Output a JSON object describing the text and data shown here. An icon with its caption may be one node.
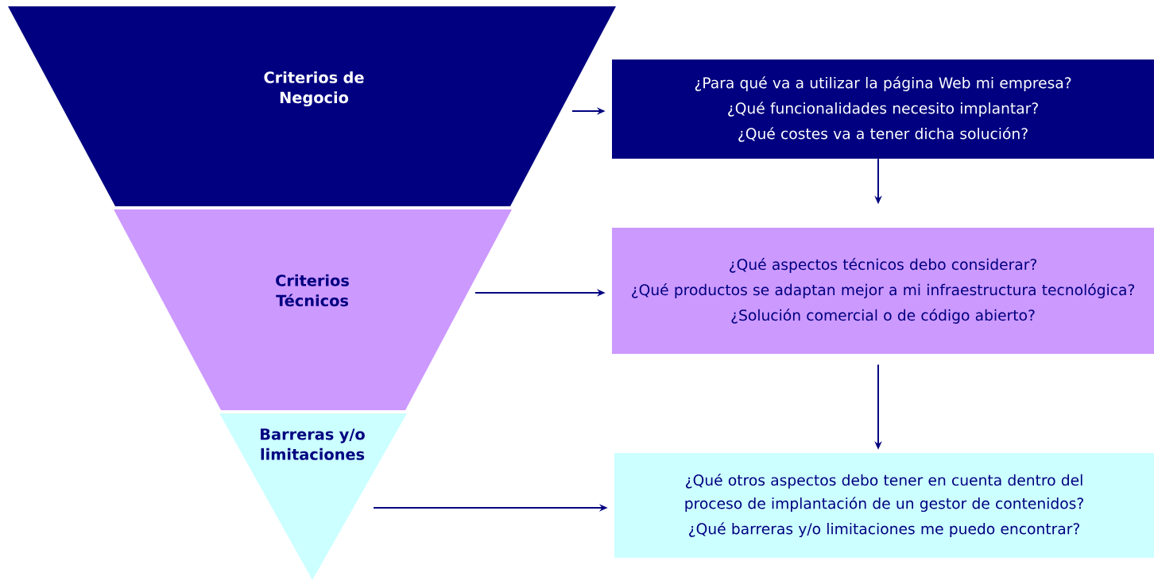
{
  "diagram": {
    "nodes": [
      {
        "text": [
          "Criterios de Negocio"
        ]
      },
      {
        "text": [
          "Criterios Técnicos"
        ]
      },
      {
        "text": [
          "Barreras y/o limitaciones"
        ]
      },
      {
        "text": [
          "¿Para qué va a utilizar la página Web mi empresa?",
          "¿Qué funcionalidades necesito implantar?",
          "¿Qué costes va a tener dicha solución?"
        ]
      },
      {
        "text": [
          "¿Qué aspectos técnicos debo considerar?",
          "¿Qué productos se adaptan mejor a mi infraestructura tecnológica?",
          "¿Solución comercial o de código abierto?"
        ]
      },
      {
        "text": [
          "¿Qué otros aspectos debo tener en cuenta dentro del proceso de implantación de un gestor de contenidos?",
          "¿Qué barreras y/o limitaciones me puedo encontrar?"
        ]
      }
    ],
    "edges": [
      {
        "from": 0,
        "to": 3,
        "arrow": "to"
      },
      {
        "from": 3,
        "to": 4,
        "arrow": "to"
      },
      {
        "from": 1,
        "to": 4,
        "arrow": "to"
      },
      {
        "from": 4,
        "to": 5,
        "arrow": "to"
      },
      {
        "from": 2,
        "to": 5,
        "arrow": "to"
      }
    ]
  }
}
